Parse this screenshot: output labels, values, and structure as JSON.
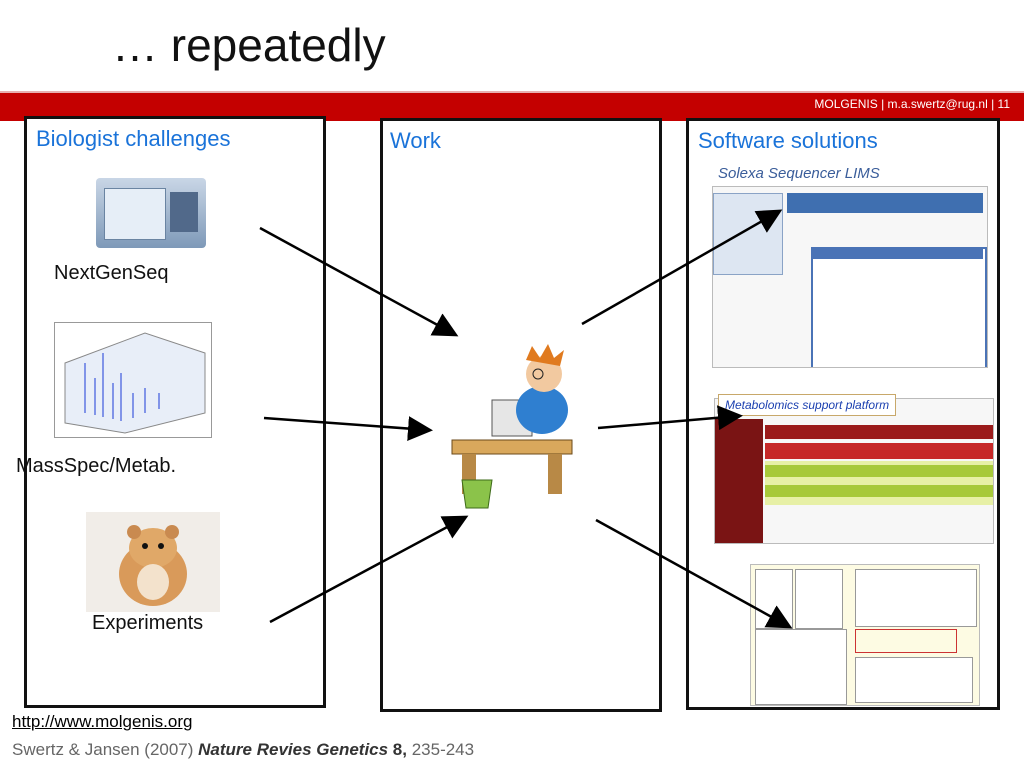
{
  "slide": {
    "title": "… repeatedly",
    "footer": "MOLGENIS  |  m.a.swertz@rug.nl  |  11",
    "columns": {
      "left": {
        "heading": "Biologist challenges",
        "items": [
          "NextGenSeq",
          "MassSpec/Metab.",
          "Experiments"
        ]
      },
      "middle": {
        "heading": "Work"
      },
      "right": {
        "heading": "Software solutions",
        "subtitle": "Solexa Sequencer LIMS",
        "callout": "Metabolomics support platform"
      }
    },
    "link": "http://www.molgenis.org",
    "citation": {
      "authors": "Swertz & Jansen (2007) ",
      "journal": "Nature Revies Genetics",
      "volume": " 8,",
      "pages": " 235-243"
    }
  },
  "colors": {
    "accent": "#1a73d9",
    "bar": "#c40000"
  }
}
